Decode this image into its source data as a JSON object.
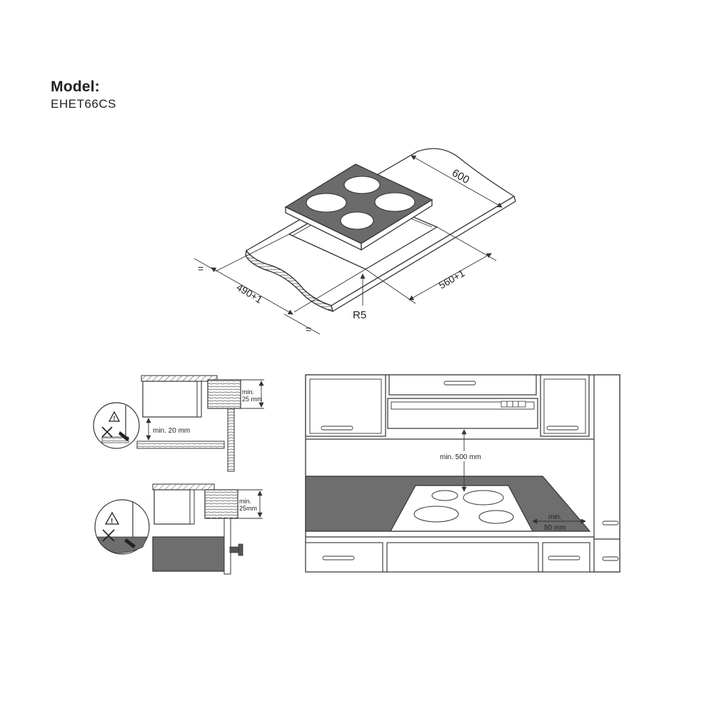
{
  "header": {
    "model_label": "Model:",
    "model_value": "EHET66CS"
  },
  "cutout_diagram": {
    "dim_depth": "600",
    "dim_cutout_depth": "490+1",
    "dim_cutout_width": "560+1",
    "corner_radius": "R5",
    "equal_mark_left": "=",
    "equal_mark_bottom": "="
  },
  "section_top": {
    "min_clearance": "min. 20 mm",
    "min_worktop_1": "min.",
    "min_worktop_2": "25 mm"
  },
  "section_bottom": {
    "min_worktop_1": "min.",
    "min_worktop_2": "25mm"
  },
  "kitchen": {
    "min_hood": "min. 500 mm",
    "min_side_1": "min.",
    "min_side_2": "50 mm"
  },
  "colors": {
    "hob_glass": "#6b6b6b",
    "worktop": "#6e6e6e",
    "line": "#333333"
  }
}
